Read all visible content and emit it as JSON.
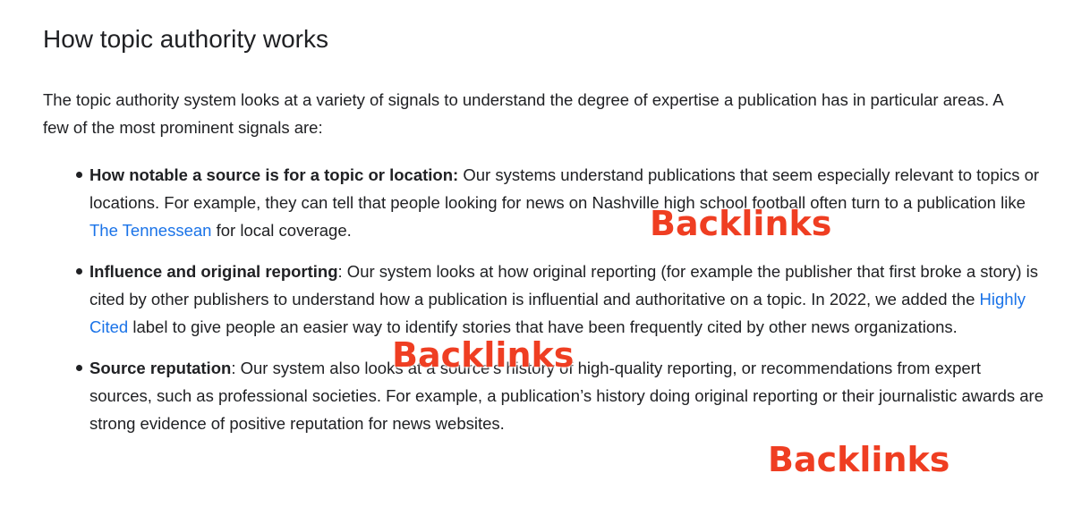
{
  "heading": "How topic authority works",
  "intro": "The topic authority system looks at a variety of signals to understand the degree of expertise a publication has in particular areas. A few of the most prominent signals are:",
  "signals": [
    {
      "term": "How notable a source is for a topic or location:",
      "text_before_link": " Our systems understand publications that seem especially relevant to topics or locations. For example, they can tell that people looking for news on Nashville high school football often turn to a publication like ",
      "link": "The Tennessean",
      "text_after_link": " for local coverage."
    },
    {
      "term": "Influence and original reporting",
      "text_before_link": ": Our system looks at how original reporting (for example the publisher that first broke a story) is cited by other publishers to understand how a publication is influential and authoritative on a topic. In 2022, we added the ",
      "link": "Highly Cited",
      "text_after_link": " label to give people an easier way to identify stories that have been frequently cited by other news organizations."
    },
    {
      "term": "Source reputation",
      "text": ": Our system also looks at a source’s history of high-quality reporting, or recommendations from expert sources, such as professional societies. For example, a publication’s history doing original reporting or their journalistic awards are strong evidence of positive reputation for news websites."
    }
  ],
  "annotations": [
    "Backlinks",
    "Backlinks",
    "Backlinks"
  ],
  "colors": {
    "text": "#202124",
    "link": "#1a73e8",
    "annotation": "#ef3e22"
  }
}
